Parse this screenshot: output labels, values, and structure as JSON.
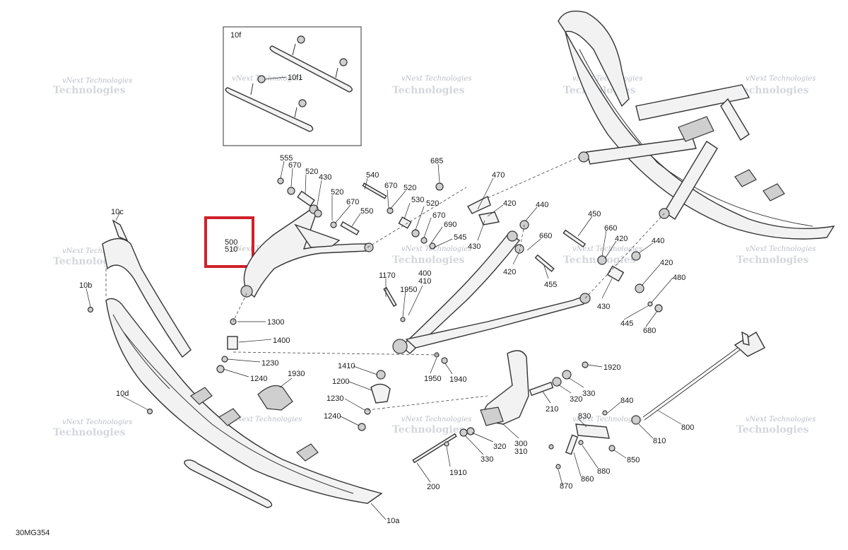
{
  "figure_code": "30MG354",
  "watermark": {
    "line1": "vNext Technologies",
    "line2": "Technologies"
  },
  "inset": {
    "label": "10f",
    "sub_label": "10f1"
  },
  "highlight": {
    "labels": [
      "500",
      "510"
    ],
    "color": "#d0202a"
  },
  "callouts": {
    "c10c": "10c",
    "c10b": "10b",
    "c10d": "10d",
    "c10a": "10a",
    "c555": "555",
    "c670a": "670",
    "c520a": "520",
    "c430a": "430",
    "c540": "540",
    "c670b": "670",
    "c520b": "520",
    "c520c": "520",
    "c670c": "670",
    "c550": "550",
    "c530": "530",
    "c520d": "520",
    "c670d": "670",
    "c690": "690",
    "c545": "545",
    "c685": "685",
    "c470": "470",
    "c420a": "420",
    "c430b": "430",
    "c440a": "440",
    "c660a": "660",
    "c420b": "420",
    "c455": "455",
    "c450": "450",
    "c660b": "660",
    "c420c": "420",
    "c440b": "440",
    "c420d": "420",
    "c480": "480",
    "c430c": "430",
    "c445": "445",
    "c680": "680",
    "c1170": "1170",
    "c1950a": "1950",
    "c400": "400",
    "c410": "410",
    "c1300": "1300",
    "c1400": "1400",
    "c1230a": "1230",
    "c1240a": "1240",
    "c1930": "1930",
    "c1410": "1410",
    "c1200": "1200",
    "c1230b": "1230",
    "c1240b": "1240",
    "c1950b": "1950",
    "c1940": "1940",
    "c1920": "1920",
    "c330a": "330",
    "c320a": "320",
    "c210": "210",
    "c300": "300",
    "c310": "310",
    "c320b": "320",
    "c330b": "330",
    "c1910": "1910",
    "c200": "200",
    "c840": "840",
    "c830": "830",
    "c800": "800",
    "c810": "810",
    "c850": "850",
    "c880": "880",
    "c860": "860",
    "c870": "870"
  }
}
